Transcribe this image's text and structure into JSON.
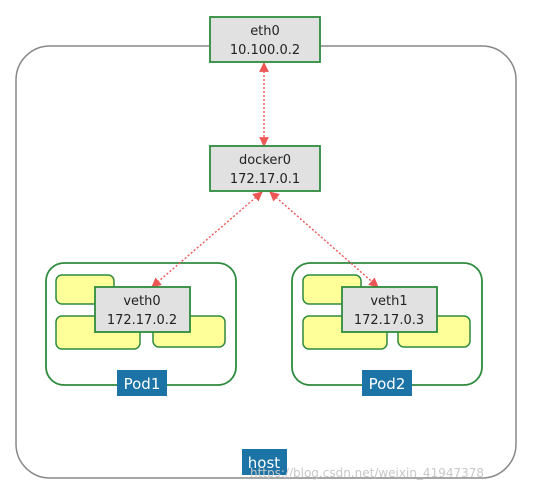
{
  "nodes": {
    "eth0": {
      "name": "eth0",
      "ip": "10.100.0.2"
    },
    "docker0": {
      "name": "docker0",
      "ip": "172.17.0.1"
    },
    "veth0": {
      "name": "veth0",
      "ip": "172.17.0.2"
    },
    "veth1": {
      "name": "veth1",
      "ip": "172.17.0.3"
    }
  },
  "pods": {
    "pod1": {
      "label": "Pod1"
    },
    "pod2": {
      "label": "Pod2"
    }
  },
  "host": {
    "label": "host"
  },
  "watermark": "https://blog.csdn.net/weixin_41947378",
  "colors": {
    "box_fill": "#e1e1e1",
    "box_stroke": "#2e8b3e",
    "container_fill": "#ffff99",
    "tag_fill": "#1c73a6",
    "arrow": "#ee5555",
    "host_stroke": "#888888"
  }
}
